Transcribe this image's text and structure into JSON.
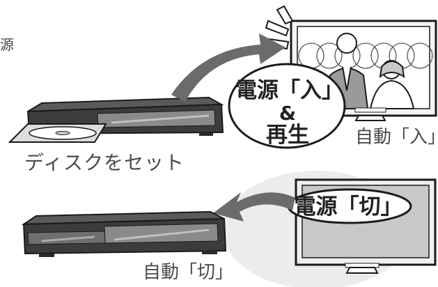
{
  "labels": {
    "partial_top_left": "源",
    "insert_disc": "ディスクをセット",
    "tv_auto_on": "自動「入」",
    "recorder_auto_off": "自動「切」"
  },
  "bubbles": {
    "on_line1": "電源「入」",
    "on_line2": "&",
    "on_line3": "再生",
    "off": "電源「切」"
  },
  "colors": {
    "arrow": "#6b6b6b",
    "outline": "#1a1a1a",
    "tv_screen_off": "#c8c8c8",
    "recorder_body": "#3c3c3c",
    "shadow": "#e6e6e6"
  }
}
